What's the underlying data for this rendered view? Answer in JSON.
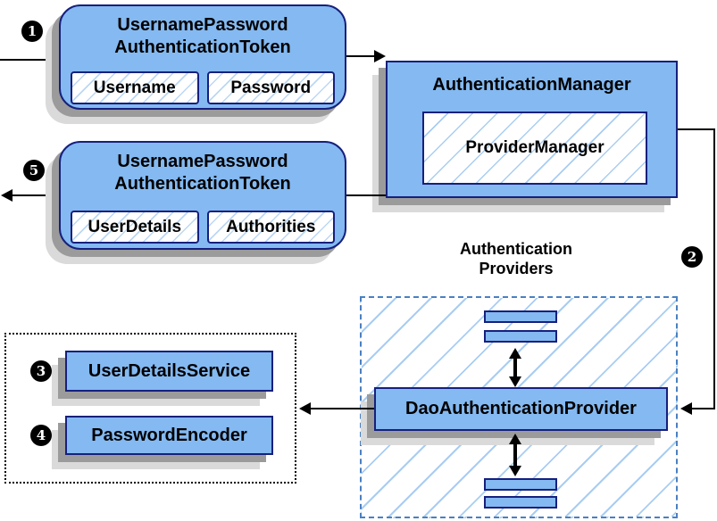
{
  "palette": {
    "node_fill": "#84b9f1",
    "node_border": "#16207d",
    "hatch_line": "#a9cdf2",
    "dashed_group_border": "#4a80c2",
    "dotted_group_border": "#000000",
    "arrow": "#000000",
    "shadow_dark": "#9b9b9b",
    "shadow_light": "#dadada",
    "badge_bg": "#000000",
    "badge_fg": "#ffffff",
    "background": "#ffffff"
  },
  "badges": {
    "step1": "1",
    "step2": "2",
    "step3": "3",
    "step4": "4",
    "step5": "5"
  },
  "request_token": {
    "title_line1": "UsernamePassword",
    "title_line2": "AuthenticationToken",
    "fields": [
      "Username",
      "Password"
    ]
  },
  "auth_manager": {
    "title": "AuthenticationManager",
    "inner_label": "ProviderManager"
  },
  "result_token": {
    "title_line1": "UsernamePassword",
    "title_line2": "AuthenticationToken",
    "fields": [
      "UserDetails",
      "Authorities"
    ]
  },
  "providers": {
    "heading_line1": "Authentication",
    "heading_line2": "Providers",
    "main_label": "DaoAuthenticationProvider"
  },
  "services": {
    "items": [
      "UserDetailsService",
      "PasswordEncoder"
    ]
  }
}
